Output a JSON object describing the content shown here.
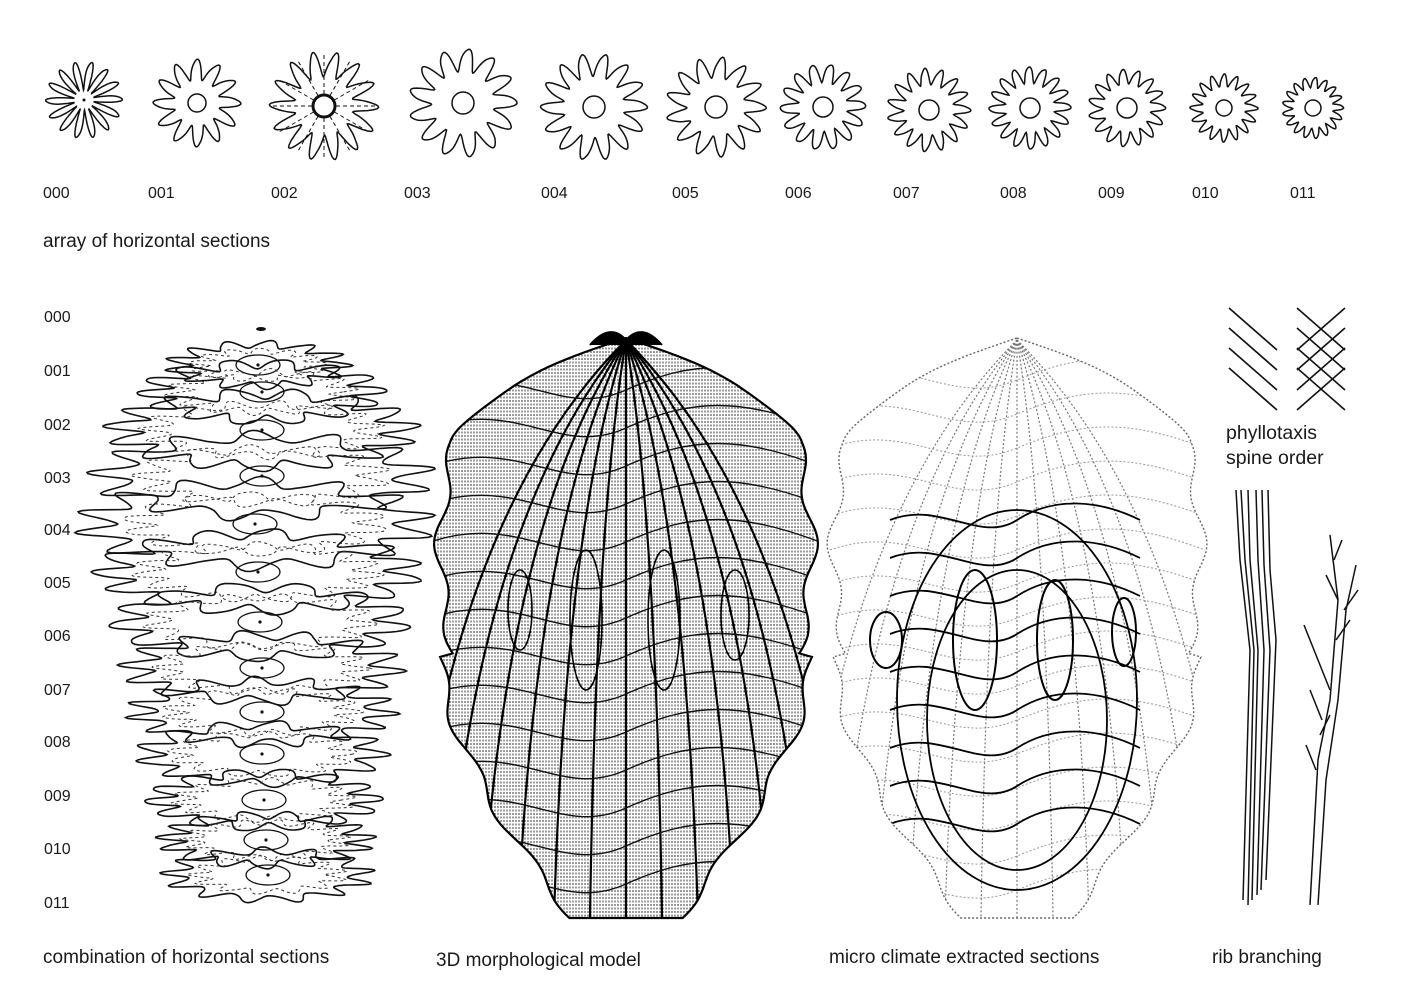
{
  "sections": {
    "labels": [
      "000",
      "001",
      "002",
      "003",
      "004",
      "005",
      "006",
      "007",
      "008",
      "009",
      "010",
      "011"
    ],
    "caption": "array of horizontal sections"
  },
  "stack": {
    "labels": [
      "000",
      "001",
      "002",
      "003",
      "004",
      "005",
      "006",
      "007",
      "008",
      "009",
      "010",
      "011"
    ],
    "caption": "combination of horizontal sections"
  },
  "model": {
    "caption": "3D morphological model"
  },
  "climate": {
    "caption": "micro climate extracted sections"
  },
  "phyllotaxis": {
    "caption_line1": "phyllotaxis",
    "caption_line2": "spine order"
  },
  "ribs": {
    "caption": "rib branching"
  }
}
